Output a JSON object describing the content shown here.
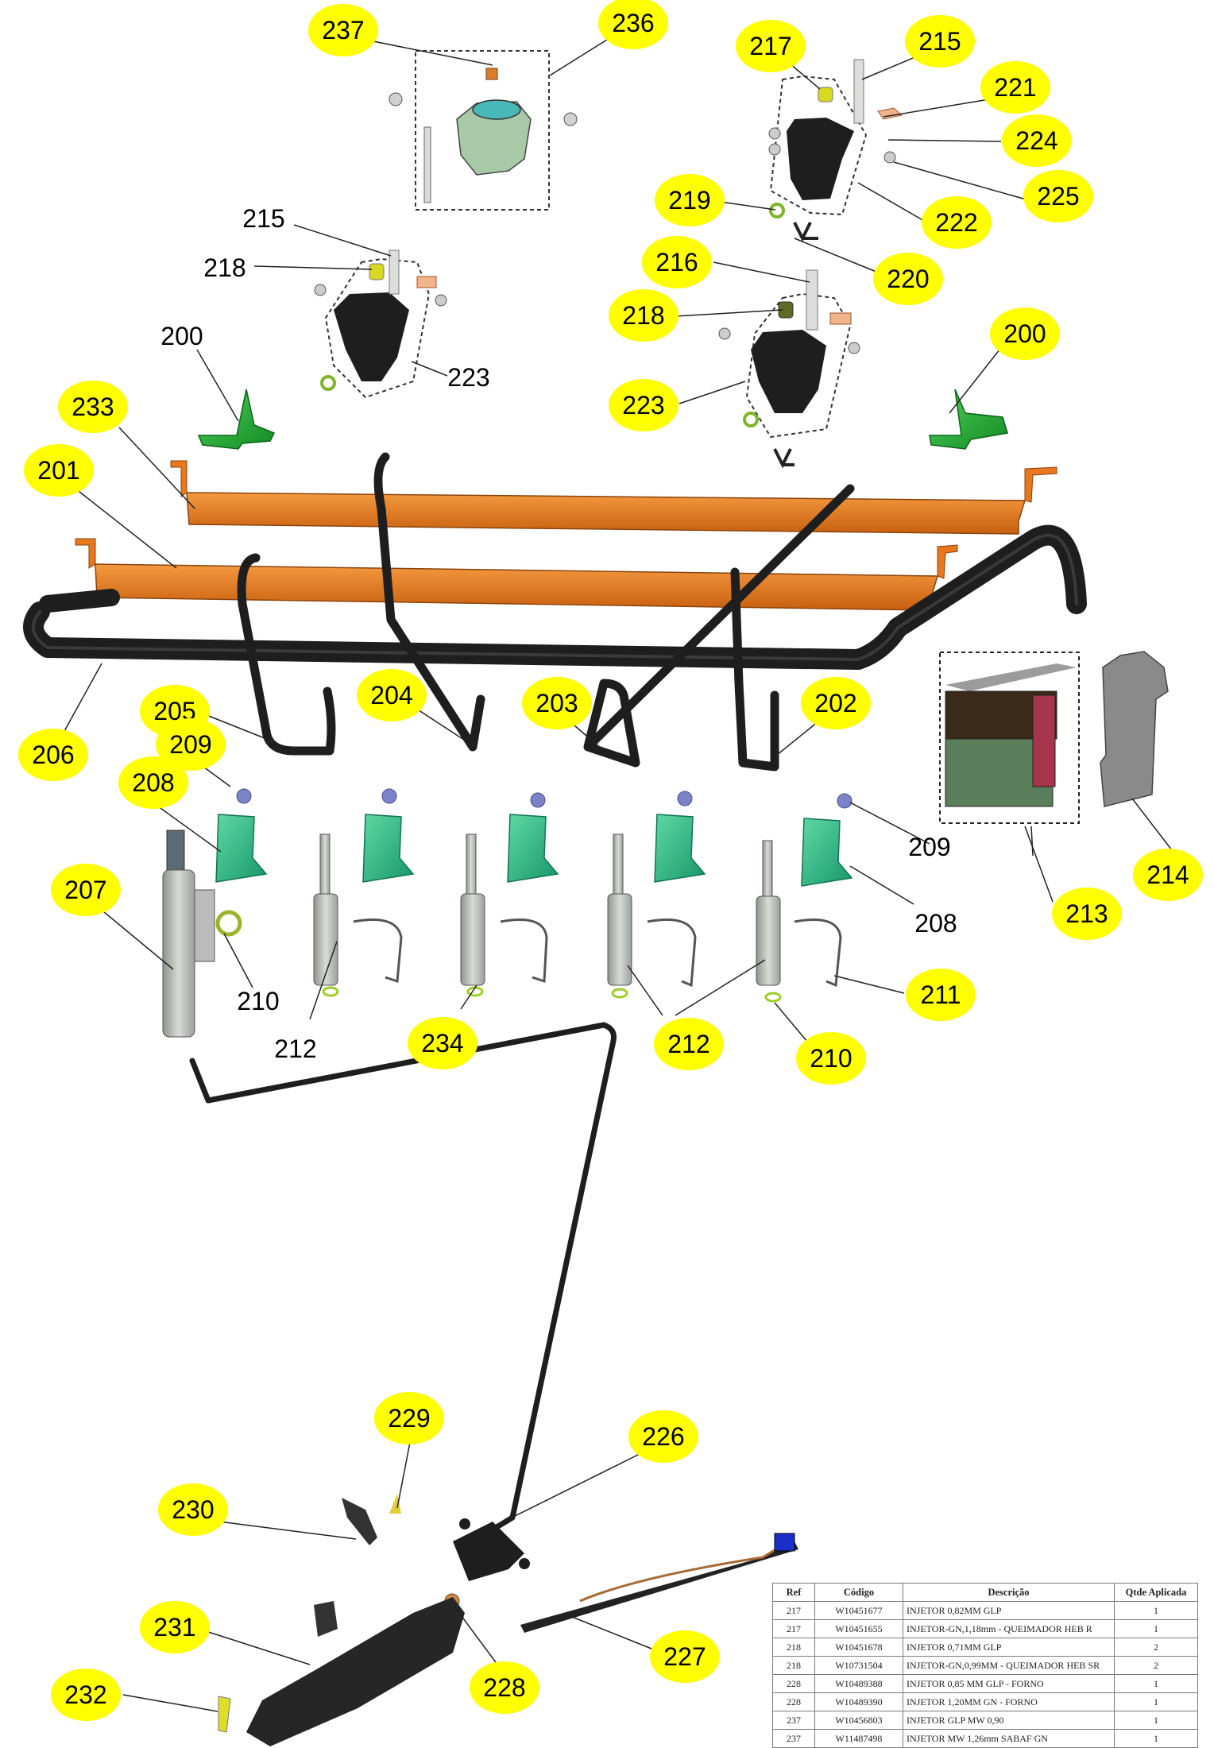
{
  "callouts": [
    {
      "id": "237",
      "style": "yellow"
    },
    {
      "id": "236",
      "style": "yellow"
    },
    {
      "id": "217",
      "style": "yellow"
    },
    {
      "id": "215",
      "style": "yellow"
    },
    {
      "id": "221",
      "style": "yellow"
    },
    {
      "id": "224",
      "style": "yellow"
    },
    {
      "id": "225",
      "style": "yellow"
    },
    {
      "id": "219",
      "style": "yellow"
    },
    {
      "id": "222",
      "style": "yellow"
    },
    {
      "id": "220",
      "style": "yellow"
    },
    {
      "id": "216",
      "style": "yellow"
    },
    {
      "id": "218",
      "style": "yellow"
    },
    {
      "id": "223",
      "style": "yellow"
    },
    {
      "id": "200",
      "style": "yellow"
    },
    {
      "id": "215",
      "style": "plain"
    },
    {
      "id": "218",
      "style": "plain"
    },
    {
      "id": "200",
      "style": "plain"
    },
    {
      "id": "223",
      "style": "plain"
    },
    {
      "id": "233",
      "style": "yellow"
    },
    {
      "id": "201",
      "style": "yellow"
    },
    {
      "id": "206",
      "style": "yellow"
    },
    {
      "id": "205",
      "style": "yellow"
    },
    {
      "id": "204",
      "style": "yellow"
    },
    {
      "id": "203",
      "style": "yellow"
    },
    {
      "id": "202",
      "style": "yellow"
    },
    {
      "id": "209",
      "style": "yellow"
    },
    {
      "id": "208",
      "style": "yellow"
    },
    {
      "id": "207",
      "style": "yellow"
    },
    {
      "id": "210",
      "style": "plain"
    },
    {
      "id": "212",
      "style": "plain"
    },
    {
      "id": "234",
      "style": "yellow"
    },
    {
      "id": "212",
      "style": "yellow"
    },
    {
      "id": "210",
      "style": "yellow"
    },
    {
      "id": "211",
      "style": "yellow"
    },
    {
      "id": "209",
      "style": "plain"
    },
    {
      "id": "208",
      "style": "plain"
    },
    {
      "id": "213",
      "style": "yellow"
    },
    {
      "id": "214",
      "style": "yellow"
    },
    {
      "id": "229",
      "style": "yellow"
    },
    {
      "id": "226",
      "style": "yellow"
    },
    {
      "id": "230",
      "style": "yellow"
    },
    {
      "id": "231",
      "style": "yellow"
    },
    {
      "id": "228",
      "style": "yellow"
    },
    {
      "id": "227",
      "style": "yellow"
    },
    {
      "id": "232",
      "style": "yellow"
    }
  ],
  "colors": {
    "callout_fill": "#ffff00",
    "bracket_orange": "#e8771e",
    "pipe_black": "#1e1e1e",
    "support_green": "#1fa830",
    "clip_teal": "#2bb87a",
    "valve_body": "#bfc3bd",
    "oring_green": "#8cbf2a",
    "screw_blue": "#7b82c8"
  },
  "parts_table": {
    "headers": [
      "Ref",
      "Código",
      "Descrição",
      "Qtde Aplicada"
    ],
    "rows": [
      [
        "217",
        "W10451677",
        "INJETOR 0,82MM GLP",
        "1"
      ],
      [
        "217",
        "W10451655",
        "INJETOR-GN,1,18mm - QUEIMADOR HEB R",
        "1"
      ],
      [
        "218",
        "W10451678",
        "INJETOR 0,71MM GLP",
        "2"
      ],
      [
        "218",
        "W10731504",
        "INJETOR-GN,0,99MM - QUEIMADOR HEB SR",
        "2"
      ],
      [
        "228",
        "W10489388",
        "INJETOR 0,85 MM GLP - FORNO",
        "1"
      ],
      [
        "228",
        "W10489390",
        "INJETOR 1,20MM GN  - FORNO",
        "1"
      ],
      [
        "237",
        "W10456803",
        "INJETOR GLP MW 0,90",
        "1"
      ],
      [
        "237",
        "W11487498",
        "INJETOR MW 1,26mm SABAF GN",
        "1"
      ]
    ]
  }
}
